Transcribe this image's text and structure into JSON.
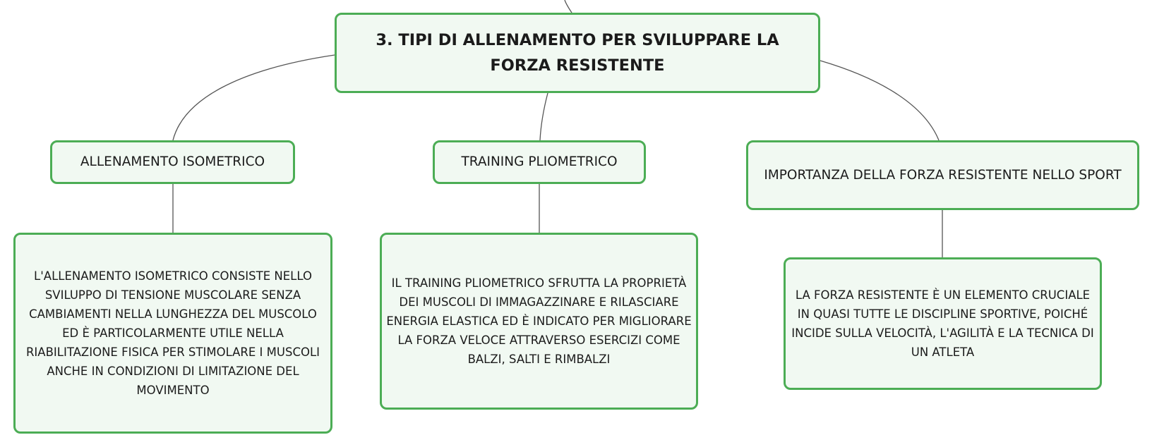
{
  "mindmap": {
    "root": {
      "title": "3. TIPI DI ALLENAMENTO PER SVILUPPARE LA FORZA RESISTENTE"
    },
    "branches": [
      {
        "label": "ALLENAMENTO ISOMETRICO",
        "detail": "L'ALLENAMENTO ISOMETRICO CONSISTE NELLO SVILUPPO DI TENSIONE MUSCOLARE SENZA CAMBIAMENTI NELLA LUNGHEZZA DEL MUSCOLO ED È PARTICOLARMENTE UTILE NELLA RIABILITAZIONE FISICA PER STIMOLARE I MUSCOLI ANCHE IN CONDIZIONI DI LIMITAZIONE DEL MOVIMENTO"
      },
      {
        "label": "TRAINING PLIOMETRICO",
        "detail": "IL TRAINING PLIOMETRICO SFRUTTA LA PROPRIETÀ DEI MUSCOLI DI IMMAGAZZINARE E RILASCIARE ENERGIA ELASTICA ED È INDICATO PER MIGLIORARE LA FORZA VELOCE ATTRAVERSO ESERCIZI COME BALZI, SALTI E RIMBALZI"
      },
      {
        "label": "IMPORTANZA DELLA FORZA RESISTENTE NELLO SPORT",
        "detail": "LA FORZA RESISTENTE È UN ELEMENTO CRUCIALE IN QUASI TUTTE LE DISCIPLINE SPORTIVE, POICHÉ INCIDE SULLA VELOCITÀ, L'AGILITÀ E LA TECNICA DI UN ATLETA"
      }
    ],
    "colors": {
      "node_border": "#4cad55",
      "node_fill": "#f1f9f2",
      "text": "#1b1b1b",
      "connector": "#555555"
    }
  }
}
